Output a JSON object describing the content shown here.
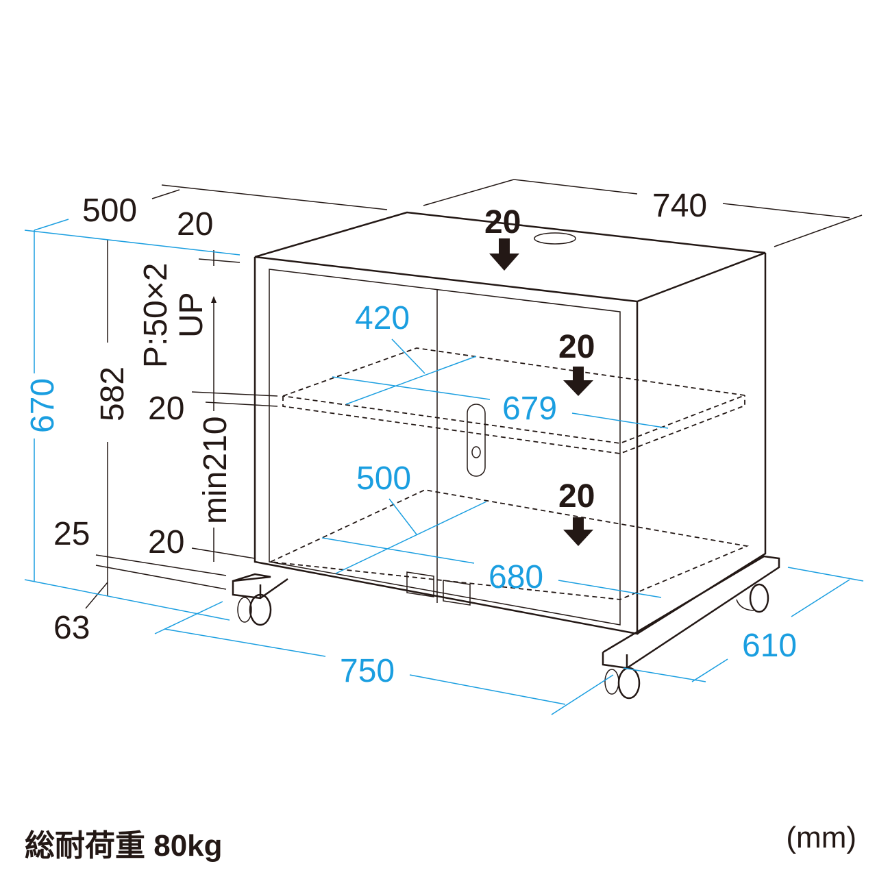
{
  "colors": {
    "dimension": "#1a9ee0",
    "line": "#231815"
  },
  "dimensions": {
    "depth_top": "500",
    "width_top": "740",
    "top_thickness": "20",
    "height_total": "670",
    "height_inner": "582",
    "shelf_pitch": "P:50×2",
    "shelf_pitch_dir": "UP",
    "shelf_thickness": "20",
    "shelf_min": "min210",
    "bottom_thickness": "20",
    "caster_25": "25",
    "caster_63": "63",
    "shelf_depth": "420",
    "shelf_width": "679",
    "bottom_depth": "500",
    "bottom_width": "680",
    "base_width": "750",
    "base_depth": "610"
  },
  "loads": {
    "top": "20",
    "shelf": "20",
    "bottom": "20"
  },
  "footer": {
    "load_capacity": "総耐荷重 80kg",
    "unit": "(mm)"
  }
}
